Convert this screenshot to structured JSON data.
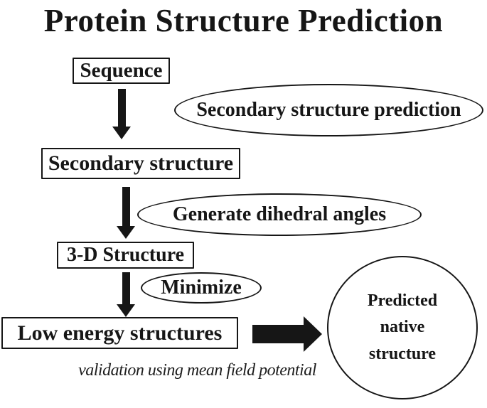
{
  "title": "Protein Structure Prediction",
  "flowchart": {
    "boxes": [
      {
        "id": "sequence",
        "label": "Sequence"
      },
      {
        "id": "secondary-structure",
        "label": "Secondary structure"
      },
      {
        "id": "3d-structure",
        "label": "3-D Structure"
      },
      {
        "id": "low-energy-structures",
        "label": "Low energy structures"
      }
    ],
    "ellipses": [
      {
        "id": "secondary-structure-prediction",
        "label": "Secondary structure prediction"
      },
      {
        "id": "generate-dihedral-angles",
        "label": "Generate dihedral angles"
      },
      {
        "id": "minimize",
        "label": "Minimize"
      }
    ],
    "circle": {
      "lines": [
        "Predicted",
        "native",
        "structure"
      ]
    },
    "arrows": [
      {
        "icon": "down-arrow",
        "from": "sequence",
        "to": "secondary-structure"
      },
      {
        "icon": "down-arrow",
        "from": "secondary-structure",
        "to": "3d-structure"
      },
      {
        "icon": "down-arrow",
        "from": "3d-structure",
        "to": "low-energy-structures"
      },
      {
        "icon": "right-arrow",
        "from": "low-energy-structures",
        "to": "predicted-native-structure"
      }
    ],
    "caption": "validation using mean field potential"
  },
  "colors": {
    "ink": "#161616",
    "background": "#ffffff"
  }
}
